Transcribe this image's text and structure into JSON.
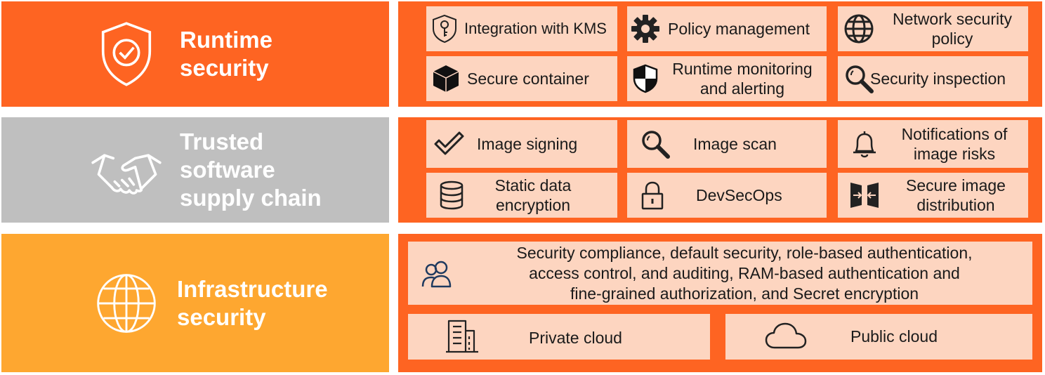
{
  "layers": {
    "runtime": {
      "label": "Runtime\nsecurity",
      "icon": "shield-check-icon",
      "color": "#fe6422",
      "items": [
        {
          "label": "Integration with KMS",
          "icon": "key-shield-icon"
        },
        {
          "label": "Policy management",
          "icon": "gear-icon"
        },
        {
          "label": "Network security\npolicy",
          "icon": "globe-icon"
        },
        {
          "label": "Secure container",
          "icon": "cube-icon"
        },
        {
          "label": "Runtime monitoring\nand alerting",
          "icon": "shield-quadrant-icon"
        },
        {
          "label": "Security inspection",
          "icon": "magnifier-icon"
        }
      ]
    },
    "supply_chain": {
      "label": "Trusted\nsoftware\nsupply chain",
      "icon": "handshake-icon",
      "color": "#bfbfbf",
      "items": [
        {
          "label": "Image signing",
          "icon": "checkmark-icon"
        },
        {
          "label": "Image scan",
          "icon": "magnifier-icon"
        },
        {
          "label": "Notifications of\nimage risks",
          "icon": "bell-icon"
        },
        {
          "label": "Static data\nencryption",
          "icon": "database-icon"
        },
        {
          "label": "DevSecOps",
          "icon": "padlock-icon"
        },
        {
          "label": "Secure image\ndistribution",
          "icon": "distribution-icon"
        }
      ]
    },
    "infrastructure": {
      "label": "Infrastructure\nsecurity",
      "icon": "globe-icon",
      "color": "#fea730",
      "items": [
        {
          "label": "Security compliance, default security, role-based authentication,\naccess control, and auditing, RAM-based authentication and\nfine-grained authorization, and Secret encryption",
          "icon": "users-icon"
        },
        {
          "label": "Private cloud",
          "icon": "building-icon"
        },
        {
          "label": "Public cloud",
          "icon": "cloud-icon"
        }
      ]
    }
  }
}
